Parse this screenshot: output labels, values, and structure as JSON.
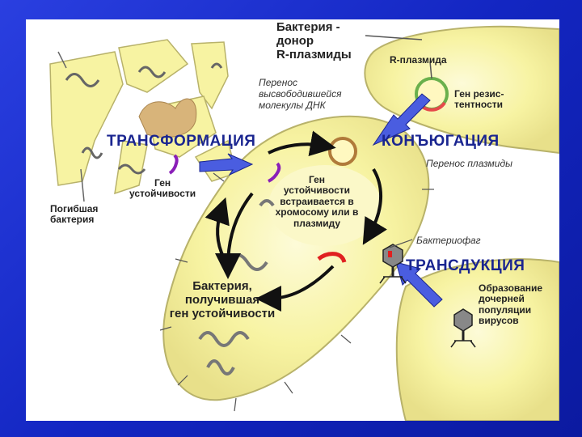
{
  "labels": {
    "donor": [
      "Бактерия -",
      "донор",
      "R-плазмиды"
    ],
    "r_plasmid": "R-плазмида",
    "resist_gene_top": [
      "Ген резис-",
      "тентности"
    ],
    "transfer_dna": [
      "Перенос",
      "высвободившейся",
      "молекулы ДНК"
    ],
    "transformation": "ТРАНСФОРМАЦИЯ",
    "conjugation": "КОНЪЮГАЦИЯ",
    "plasmid_transfer": "Перенос плазмиды",
    "gene_left": [
      "Ген",
      "устойчивости"
    ],
    "dead_bacterium": [
      "Погибшая",
      "бактерия"
    ],
    "gene_center": [
      "Ген",
      "устойчивости",
      "встраивается в",
      "хромосому или в",
      "плазмиду"
    ],
    "bacteriophage": "Бактериофаг",
    "transduction": "ТРАНСДУКЦИЯ",
    "recipient": [
      "Бактерия,",
      "получившая",
      "ген устойчивости"
    ],
    "virus_population": [
      "Образование",
      "дочерней",
      "популяции",
      "вирусов"
    ]
  },
  "colors": {
    "background": "#1a2fd0",
    "cell_fill": "#f7f3a2",
    "cell_stroke": "#b8b26a",
    "title_text": "#1a2590",
    "arrow_blue": "#4a5de0",
    "gene_purple": "#8a1fb8",
    "gene_red": "#e02020"
  }
}
